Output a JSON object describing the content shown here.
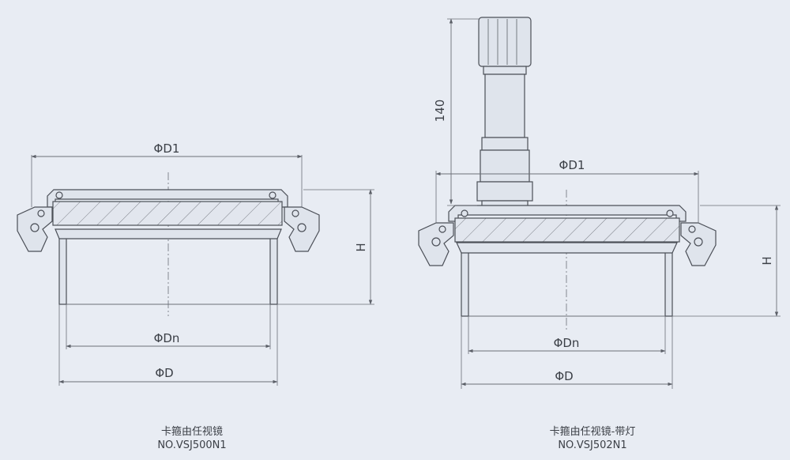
{
  "left": {
    "caption_cn": "卡箍由任视镜",
    "caption_no": "NO.VSJ500N1",
    "dims": {
      "d1": "ΦD1",
      "dn": "ΦDn",
      "d": "ΦD",
      "h": "H"
    }
  },
  "right": {
    "caption_cn": "卡箍由任视镜-带灯",
    "caption_no": "NO.VSJ502N1",
    "dims": {
      "d1": "ΦD1",
      "dn": "ΦDn",
      "d": "ΦD",
      "h": "H",
      "lamp": "140"
    }
  },
  "colors": {
    "background": "#e8ecf3",
    "line": "#4b4f57",
    "fill": "#dfe4ec"
  }
}
